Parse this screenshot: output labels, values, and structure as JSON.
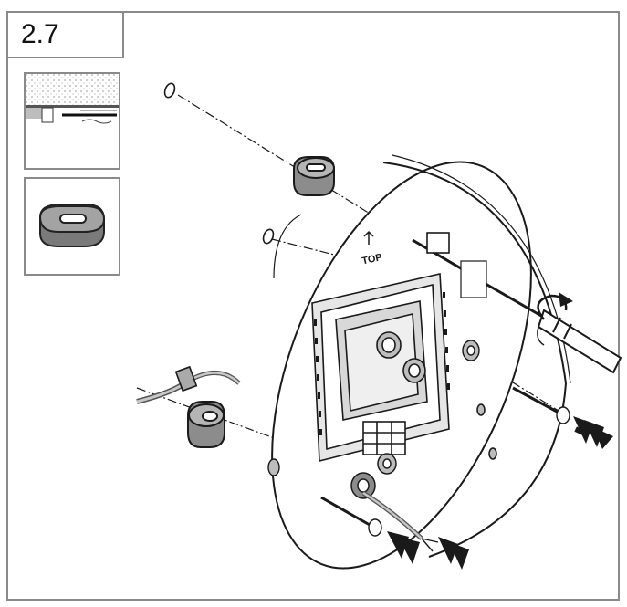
{
  "step": {
    "number": "2.7"
  },
  "label": {
    "top": "TOP"
  },
  "icons": {
    "insert_arrow": "double-chevron-arrow",
    "rotate": "clockwise-rotation-arrow"
  },
  "colors": {
    "line": "#1a1a1a",
    "frame": "#8a8a8a",
    "grommet": "#8c8c8c",
    "dark": "#3a3a3a"
  }
}
